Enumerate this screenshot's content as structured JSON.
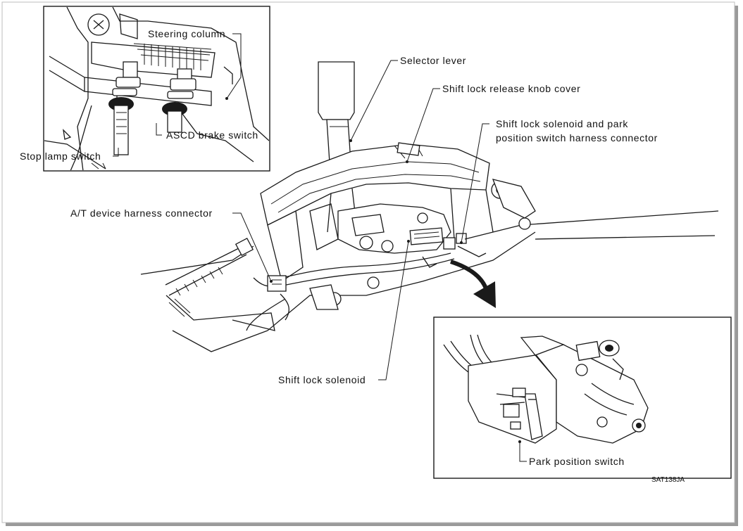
{
  "labels": {
    "steering_column": "Steering column",
    "ascd_brake_switch": "ASCD brake switch",
    "stop_lamp_switch": "Stop lamp switch",
    "selector_lever": "Selector lever",
    "shift_lock_release_knob_cover": "Shift lock release knob cover",
    "shift_lock_solenoid_park_line1": "Shift lock solenoid and park",
    "shift_lock_solenoid_park_line2": "position switch harness connector",
    "at_device_harness_connector": "A/T device harness connector",
    "shift_lock_solenoid": "Shift lock solenoid",
    "park_position_switch": "Park position switch",
    "figure_code": "SAT138JA"
  },
  "colors": {
    "ink": "#1a1a1a",
    "background": "#ffffff",
    "frame_shadow": "#9a9a9a"
  }
}
